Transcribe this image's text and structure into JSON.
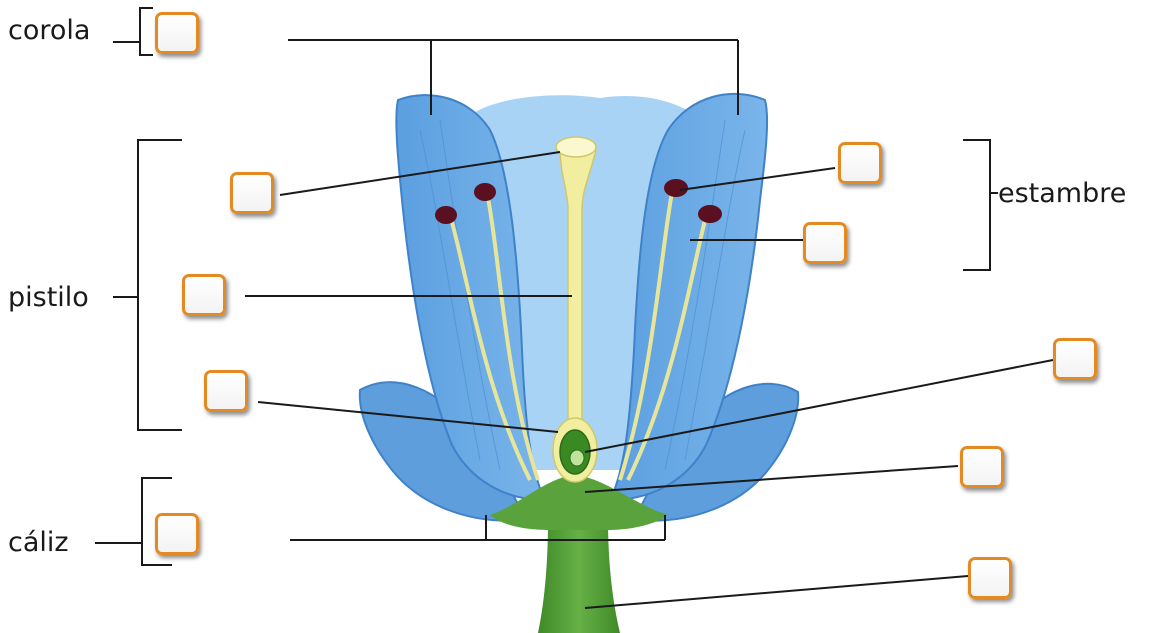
{
  "labels": {
    "corola": "corola",
    "pistilo": "pistilo",
    "caliz": "cáliz",
    "estambre": "estambre"
  },
  "answer_boxes": [
    {
      "id": "corola",
      "value": ""
    },
    {
      "id": "estigma",
      "value": ""
    },
    {
      "id": "estilo",
      "value": ""
    },
    {
      "id": "ovario",
      "value": ""
    },
    {
      "id": "caliz",
      "value": ""
    },
    {
      "id": "antera",
      "value": ""
    },
    {
      "id": "filamento",
      "value": ""
    },
    {
      "id": "ovulo",
      "value": ""
    },
    {
      "id": "receptaculo",
      "value": ""
    },
    {
      "id": "pedunculo",
      "value": ""
    }
  ],
  "colors": {
    "petal_fill": "#6aa9e6",
    "petal_edge": "#3f82c9",
    "inner_corolla": "#a9d3f5",
    "pistil_fill": "#f1eea0",
    "stem_fill": "#5aa23c",
    "anther_fill": "#5a1020",
    "box_border": "#e58a22",
    "leader_line": "#1a1a1a"
  }
}
